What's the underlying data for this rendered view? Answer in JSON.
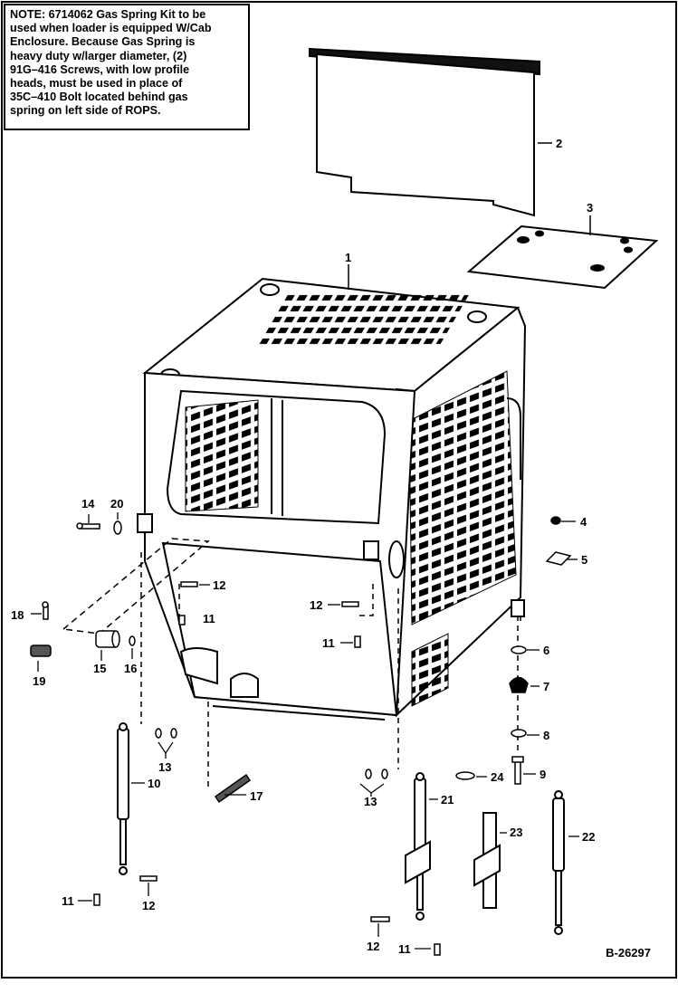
{
  "note": {
    "lines": [
      "NOTE: 6714062 Gas Spring Kit to be",
      "used when loader is equipped W/Cab",
      "Enclosure. Because Gas Spring is",
      "heavy duty w/larger diameter, (2)",
      "91G–416 Screws, with low profile",
      "heads, must be used in place of",
      "35C–410 Bolt located behind gas",
      "spring on left side of ROPS."
    ]
  },
  "figure_id": "B-26297",
  "callouts": {
    "c1": "1",
    "c2": "2",
    "c3": "3",
    "c4": "4",
    "c5": "5",
    "c6": "6",
    "c7": "7",
    "c8": "8",
    "c9": "9",
    "c10": "10",
    "c11a": "11",
    "c11b": "11",
    "c11c": "11",
    "c11d": "11",
    "c12a": "12",
    "c12b": "12",
    "c12c": "12",
    "c12d": "12",
    "c13a": "13",
    "c13b": "13",
    "c14": "14",
    "c15": "15",
    "c16": "16",
    "c17": "17",
    "c18": "18",
    "c19": "19",
    "c20": "20",
    "c21": "21",
    "c22": "22",
    "c23": "23",
    "c24": "24"
  }
}
